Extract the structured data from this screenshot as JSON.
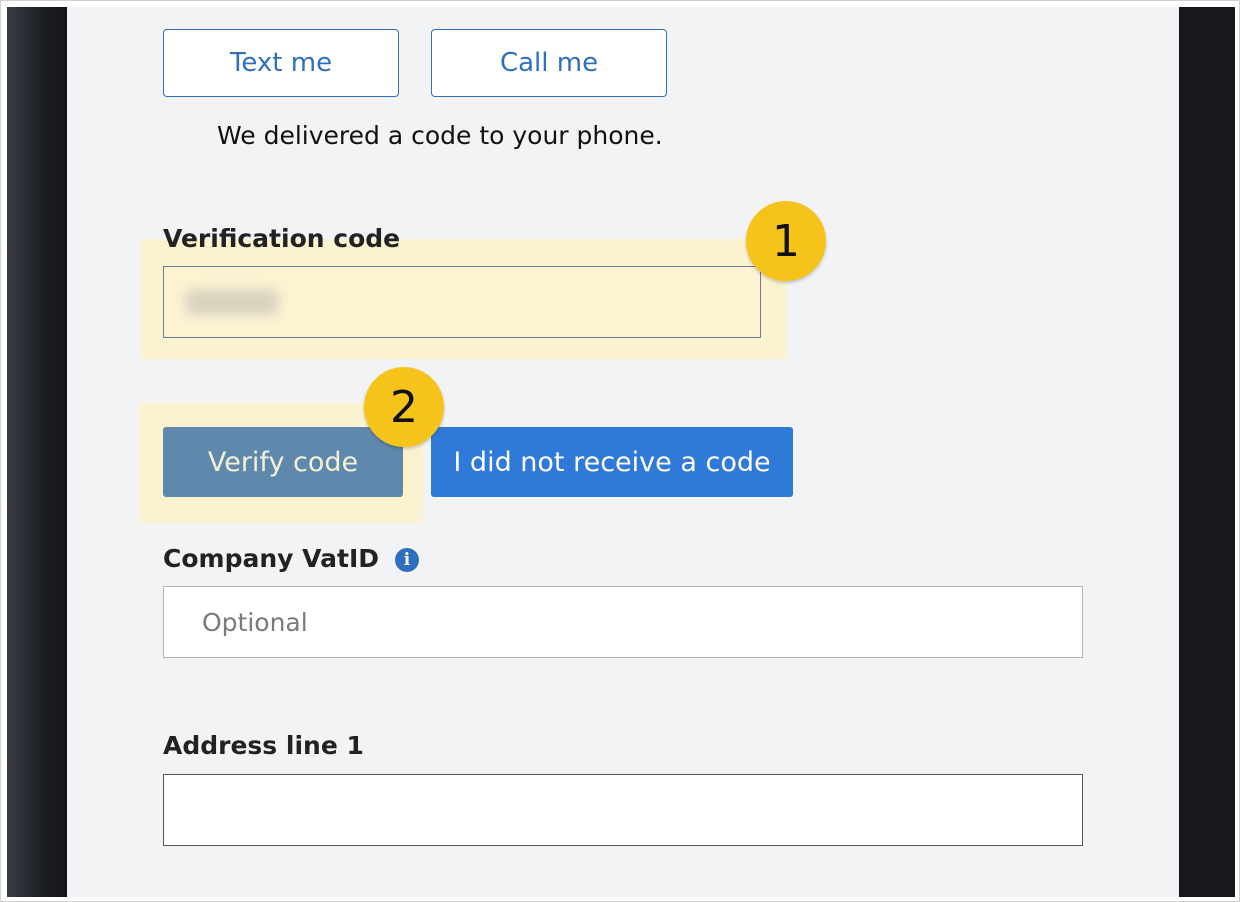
{
  "buttons": {
    "text_me": "Text me",
    "call_me": "Call me",
    "verify_code": "Verify code",
    "no_code": "I did not receive a code"
  },
  "message": "We delivered a code to your phone.",
  "verification": {
    "label": "Verification code",
    "value": ""
  },
  "vat": {
    "label": "Company VatID",
    "placeholder": "Optional",
    "info_icon": "info-icon"
  },
  "address": {
    "label": "Address line 1",
    "value": ""
  },
  "badges": {
    "one": "1",
    "two": "2"
  },
  "colors": {
    "highlight": "#fbf2cf",
    "badge": "#f6c31b",
    "primary": "#2f7ad8",
    "verify_button": "#5f88ad"
  }
}
